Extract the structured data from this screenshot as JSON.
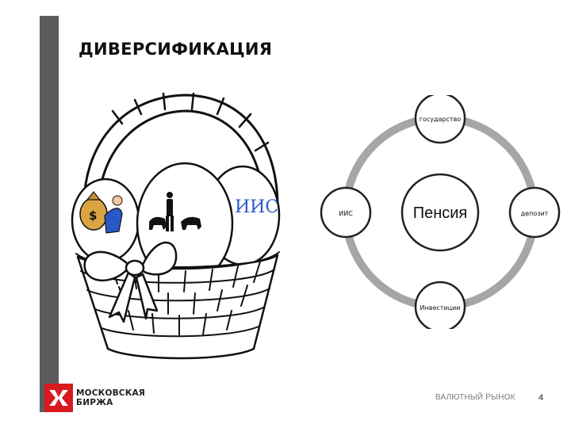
{
  "slide": {
    "title": "ДИВЕРСИФИКАЦИЯ",
    "basket": {
      "egg_label": "ИИС"
    },
    "cycle": {
      "center": "Пенсия",
      "top": "государство",
      "right": "депозит",
      "bottom": "Инвестиции",
      "left": "ИИС"
    },
    "footer": {
      "logo_line1": "МОСКОВСКАЯ",
      "logo_line2": "БИРЖА",
      "section": "ВАЛЮТНЫЙ РЫНОК",
      "page": "4"
    },
    "colors": {
      "sidebar": "#5b5b5b",
      "ring": "#a6a6a6",
      "logo": "#d71920"
    }
  }
}
